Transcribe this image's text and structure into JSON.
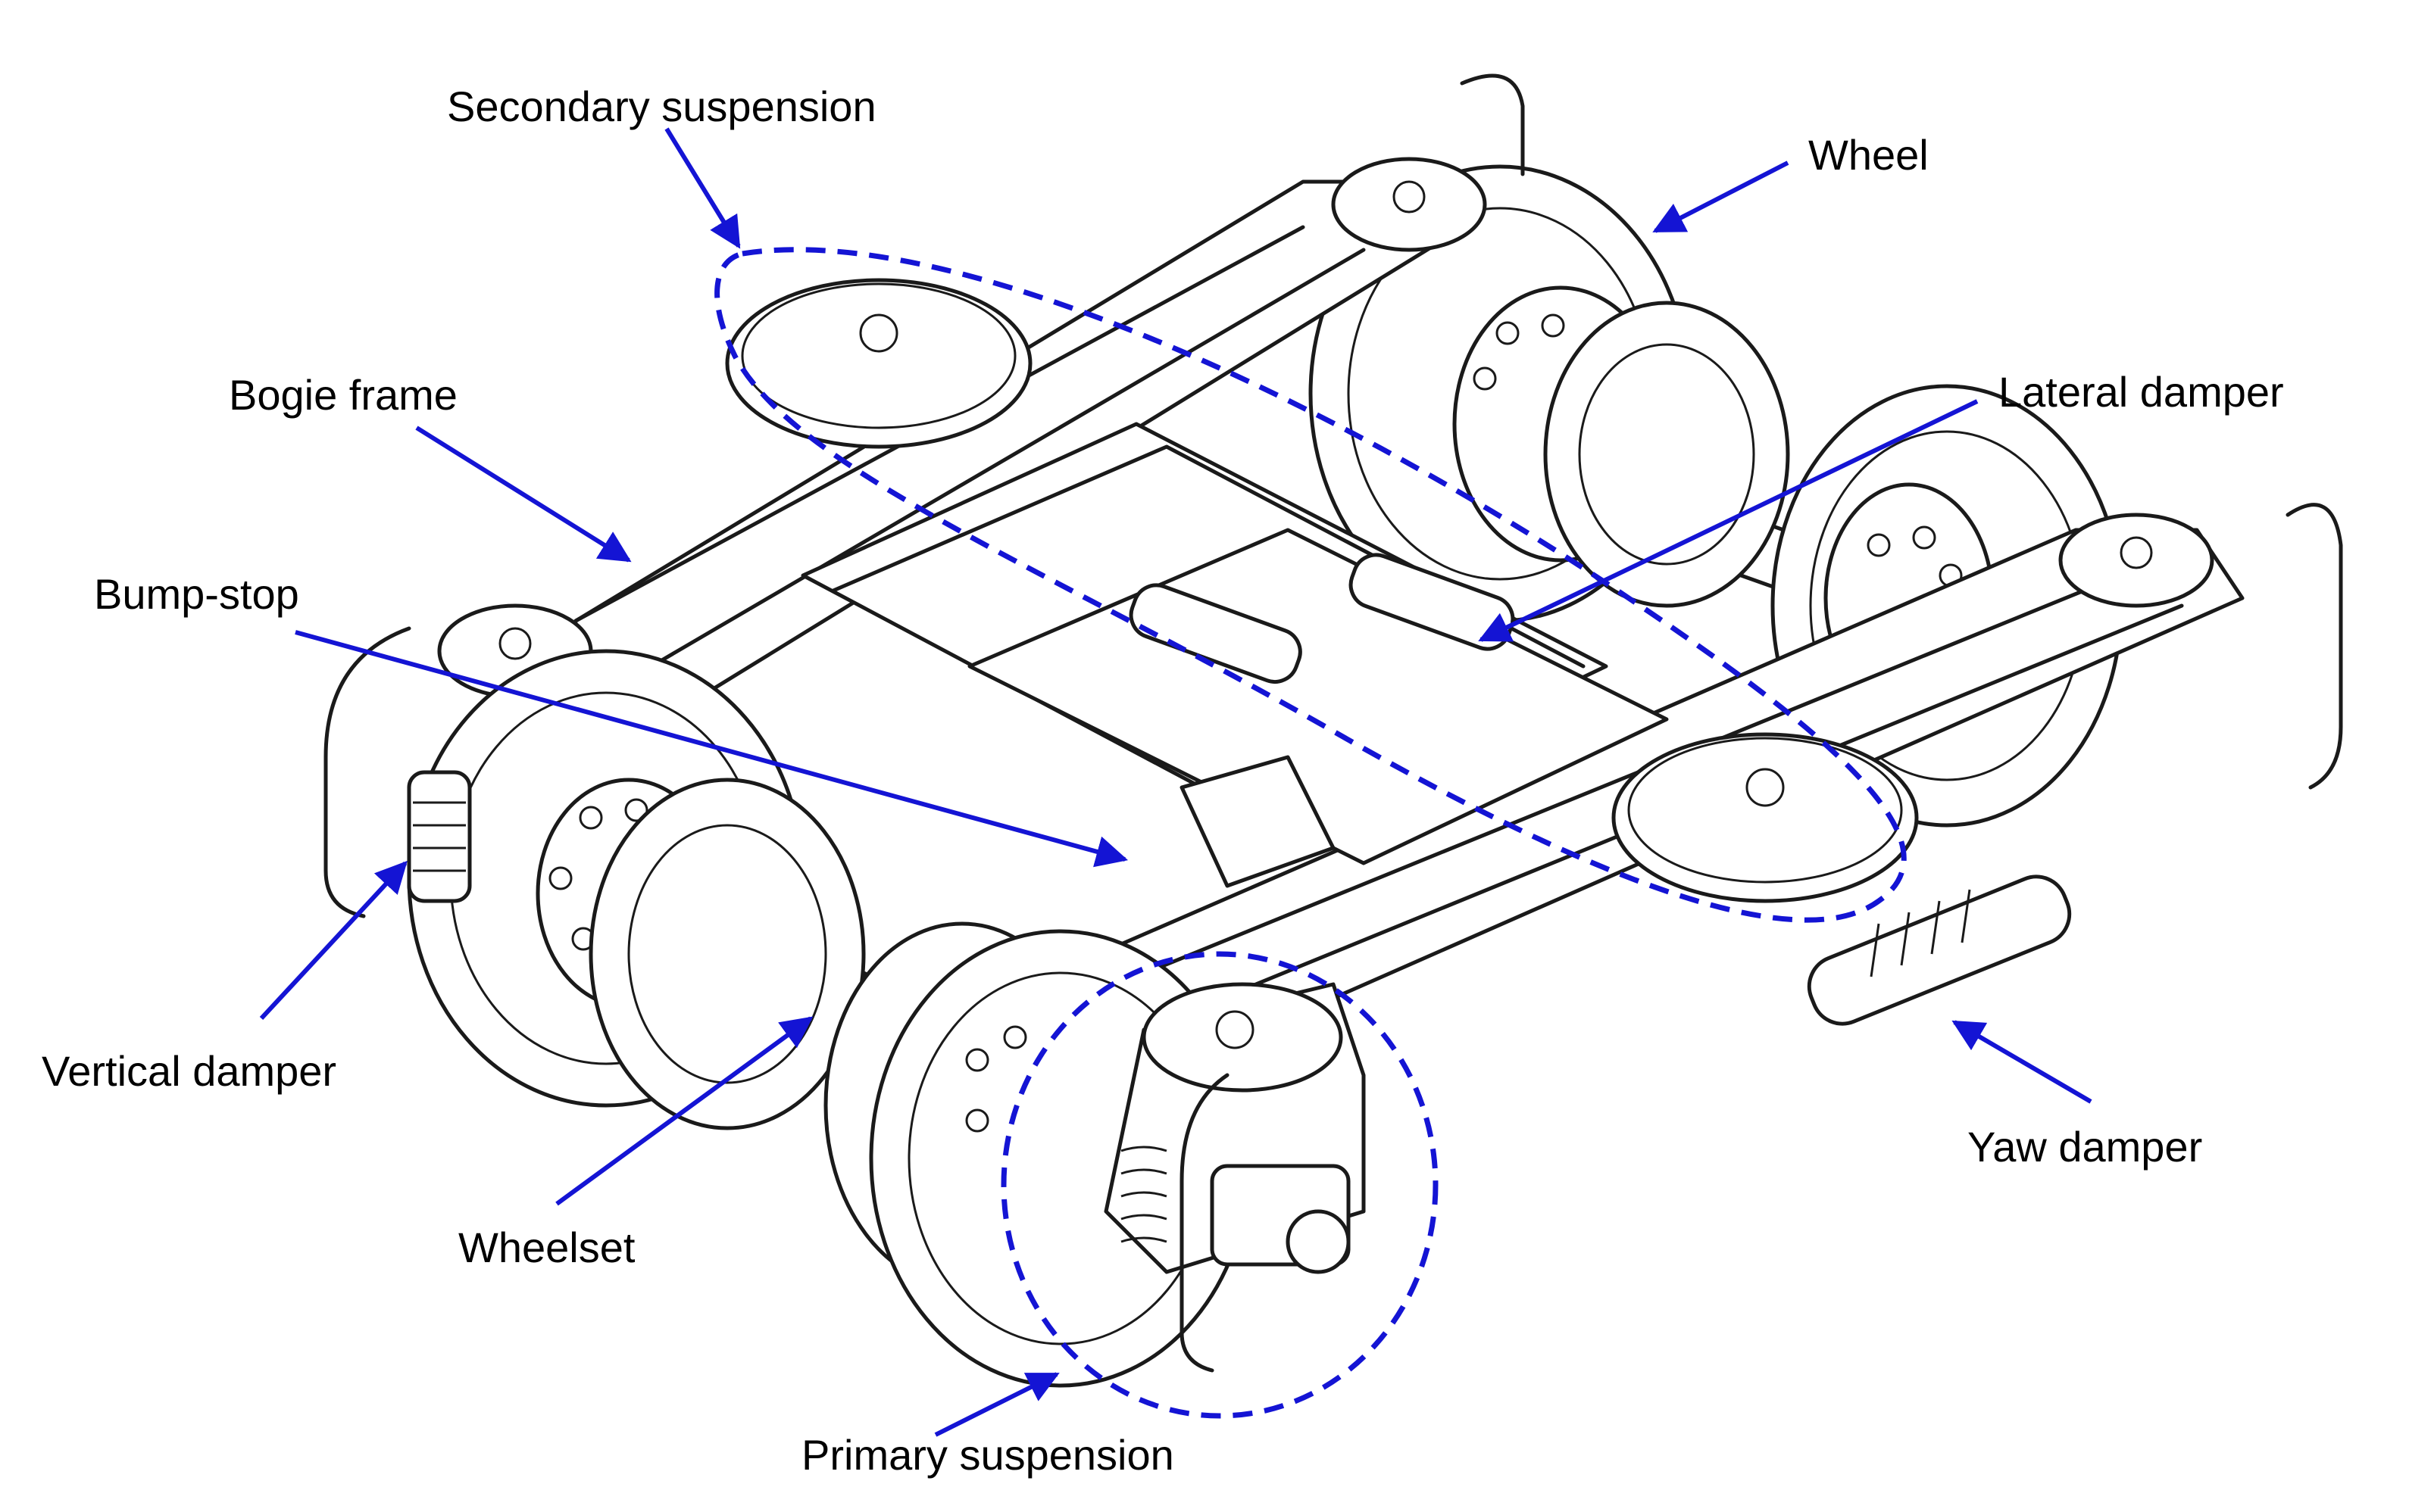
{
  "colors": {
    "annotation": "#1414d4",
    "drawing": "#1a1a1a",
    "background": "#ffffff"
  },
  "labels": {
    "secondary_suspension": "Secondary suspension",
    "wheel": "Wheel",
    "bogie_frame": "Bogie frame",
    "lateral_damper": "Lateral damper",
    "bump_stop": "Bump-stop",
    "vertical_damper": "Vertical damper",
    "wheelset": "Wheelset",
    "yaw_damper": "Yaw damper",
    "primary_suspension": "Primary suspension"
  }
}
